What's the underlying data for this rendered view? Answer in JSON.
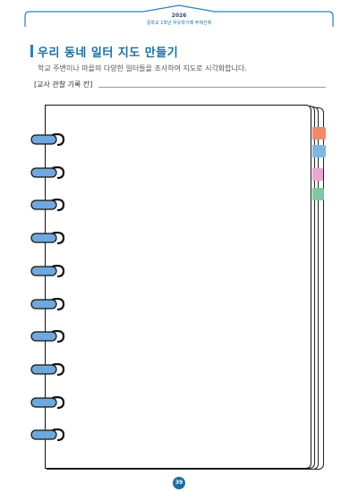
{
  "header": {
    "year": "2026",
    "subtitle": "중학교 1학년 자유학기제 주제선택"
  },
  "section": {
    "title": "우리 동네 일터 지도 만들기",
    "description": "학교 주변이나 마을의 다양한 일터들을 조사하여 지도로 시각화합니다.",
    "memo_label": "[교사 관찰 기록 칸]"
  },
  "notebook": {
    "tab_colors": [
      "#f08a6c",
      "#7fb6e3",
      "#e9a6cf",
      "#7ec9a4"
    ],
    "ring_color": "#6fa8dc",
    "ring_count": 10
  },
  "footer": {
    "page_number": "39"
  }
}
